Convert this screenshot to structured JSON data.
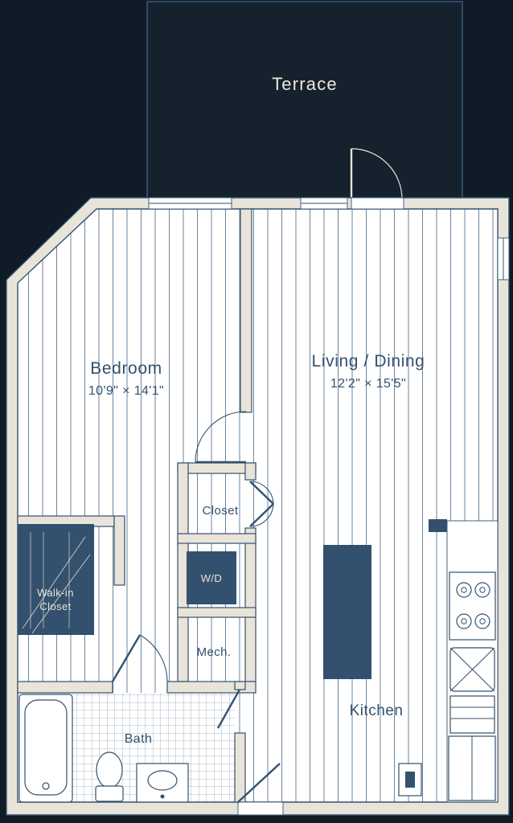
{
  "palette": {
    "background": "#0f1b26",
    "wall_fill": "#e9e4d9",
    "line_navy": "#33516e",
    "floor_white": "#ffffff",
    "hatch_line": "#45678a",
    "terrace_fill": "#15222e",
    "light_text": "#e9e4d9"
  },
  "floorplan": {
    "rooms": {
      "terrace": {
        "label": "Terrace"
      },
      "bedroom": {
        "label": "Bedroom",
        "dimensions": "10'9\" × 14'1\""
      },
      "living_dining": {
        "label": "Living / Dining",
        "dimensions": "12'2\" × 15'5\""
      },
      "closet": {
        "label": "Closet"
      },
      "washer_dryer": {
        "label": "W/D"
      },
      "mechanical": {
        "label": "Mech."
      },
      "walk_in_closet": {
        "label_line_1": "Walk-in",
        "label_line_2": "Closet"
      },
      "bath": {
        "label": "Bath"
      },
      "kitchen": {
        "label": "Kitchen"
      }
    }
  }
}
